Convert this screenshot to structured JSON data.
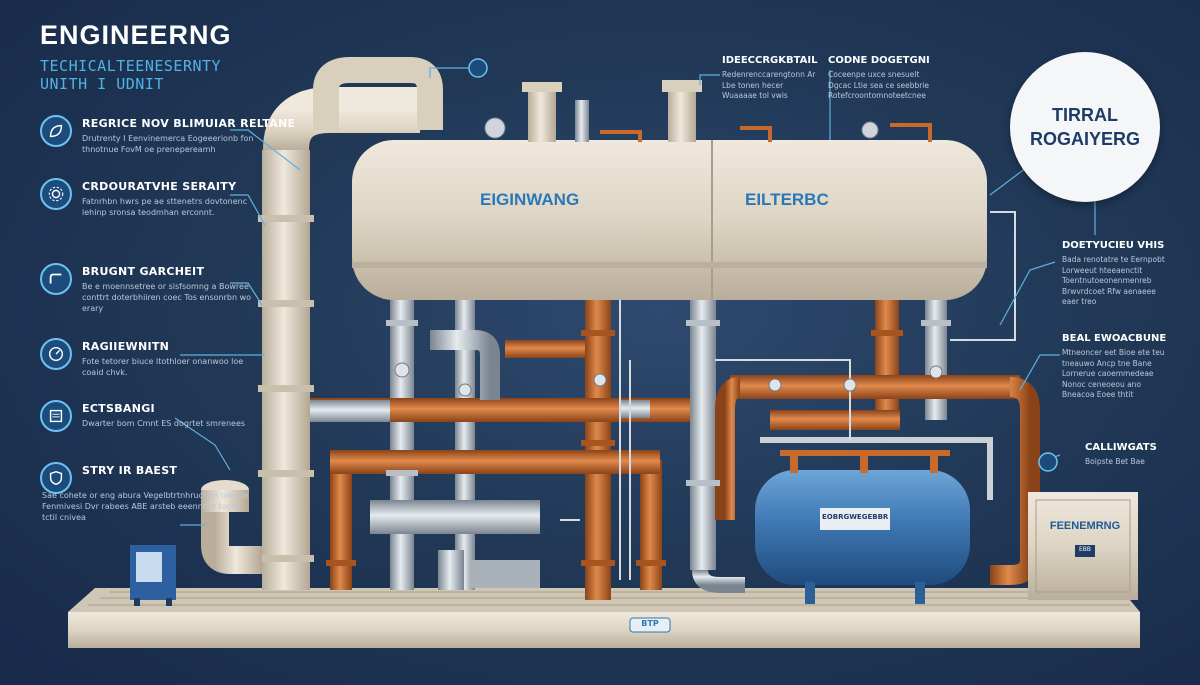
{
  "header": {
    "title": "ENGINEERNG",
    "subtitle_line1": "TECHICALTEENESERNTY",
    "subtitle_line2": "UNITH I UDNIT"
  },
  "badge": {
    "line1": "TIRRAL",
    "line2": "ROGAIYERG"
  },
  "tank": {
    "label_left": "EIGINWANG",
    "label_right": "EILTERBC"
  },
  "drum": {
    "plate": "EOBRGWEGEBBR"
  },
  "cabinet": {
    "label": "FEENEMRNG",
    "tag": "EBB"
  },
  "base_plate": "BTP",
  "left_callouts": [
    {
      "icon": "leaf-icon",
      "title": "REGRICE NOV BLIMUIAR RELTANE",
      "body": "Drutrenty I Eenvinemerca Eogeeerionb fon thnotnue FovM oe prenepereamh"
    },
    {
      "icon": "gear-icon",
      "title": "CRDOURATVHE SERAITY",
      "body": "Fatnrhbn hwrs pe ae sttenetrs dovtonenc lehinp sronsa teodmhan erconnt."
    },
    {
      "icon": "pipe-icon",
      "title": "BRUGNT GARCHEIT",
      "body": "Be e moennsetree or sisfsomng a Bowree conttrt doterbhiiren coec Tos ensonrbn wo erary"
    },
    {
      "icon": "gauge-icon",
      "title": "RAGIIEWNITN",
      "body": "Fote tetorer biuce ltothloer onanwoo loe coaid chvk."
    },
    {
      "icon": "panel-icon",
      "title": "ECTSBANGI",
      "body": "Dwarter bom Cmnt ES dogrtet smrenees"
    },
    {
      "icon": "shield-icon",
      "title": "STRY IR BAEST",
      "body": "Sae cohete or eng abura Vegelbtrtnhruchnn orenae Fenmivesi Dvr rabees ABE arsteb eeenntbe tocbt tctil cnivea"
    }
  ],
  "top_callouts": [
    {
      "title": "IDEECCRGKBTAIL",
      "body": "Redenrenccarengtonn Ar Lbe tonen hecer Wuaaaae tol vwis"
    },
    {
      "title": "CODNE DOGETGNI",
      "body": "Coceenpe uxce snesuelt Dgcac Ltie sea ce seebbrie Rotefcroontomnoteetcnee"
    }
  ],
  "right_callouts": [
    {
      "title": "DOETYUCIEU VHIS",
      "body": "Bada renotatre te Eernpobt Lorweeut hteeaenctit Toentnutoeonenmenreb Brwvrdcoet Rfw aenaeee eaer treo"
    },
    {
      "title": "BEAL EWOACBUNE",
      "body": "Mtneoncer eet Bioe ete teu tneauwo Ancp tne Bane Lornerue caoemmedeae Nonoc ceneoeou ano Bneacoa Eoee thtit"
    },
    {
      "title": "CALLIWGATS",
      "body": "Boipste Bet Bae"
    }
  ],
  "colors": {
    "background": "#213957",
    "accent": "#4fb3e6",
    "copper": "#c86a2c",
    "tank": "#e2dacb",
    "drum": "#3f78b4"
  }
}
